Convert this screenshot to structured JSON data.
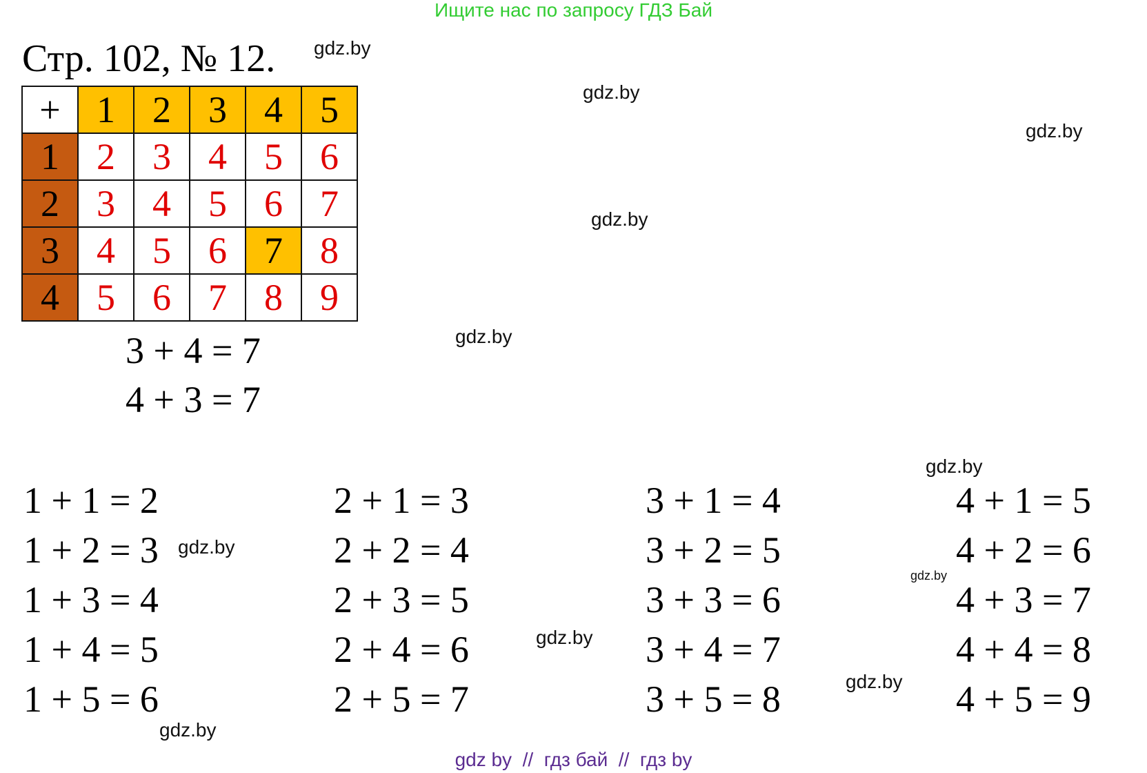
{
  "promo_text": "Ищите нас по запросу ГДЗ Бай",
  "title": "Стр. 102, № 12.",
  "watermark": "gdz.by",
  "table": {
    "corner": "+",
    "col_headers": [
      "1",
      "2",
      "3",
      "4",
      "5"
    ],
    "row_headers": [
      "1",
      "2",
      "3",
      "4"
    ],
    "rows": [
      [
        "2",
        "3",
        "4",
        "5",
        "6"
      ],
      [
        "3",
        "4",
        "5",
        "6",
        "7"
      ],
      [
        "4",
        "5",
        "6",
        "7",
        "8"
      ],
      [
        "5",
        "6",
        "7",
        "8",
        "9"
      ]
    ],
    "highlighted_cell": {
      "row": 3,
      "col": 4
    }
  },
  "commutative_examples": [
    "3 + 4 = 7",
    "4 + 3 = 7"
  ],
  "equation_columns": [
    [
      "1 + 1 = 2",
      "1 + 2 = 3",
      "1 + 3 = 4",
      "1 + 4 = 5",
      "1 + 5 = 6"
    ],
    [
      "2 + 1 = 3",
      "2 + 2 = 4",
      "2 + 3 = 5",
      "2 + 4 = 6",
      "2 + 5 = 7"
    ],
    [
      "3 + 1 = 4",
      "3 + 2 = 5",
      "3 + 3 = 6",
      "3 + 4 = 7",
      "3 + 5 = 8"
    ],
    [
      "4 + 1 = 5",
      "4 + 2 = 6",
      "4 + 3 = 7",
      "4 + 4 = 8",
      "4 + 5 = 9"
    ]
  ],
  "footer": "gdz by  //  гдз бай  //  гдз by",
  "colors": {
    "promo": "#33cc33",
    "header_yellow": "#ffc000",
    "header_brown": "#c55a11",
    "answer_red": "#e00000",
    "footer_purple": "#5b2c91"
  }
}
